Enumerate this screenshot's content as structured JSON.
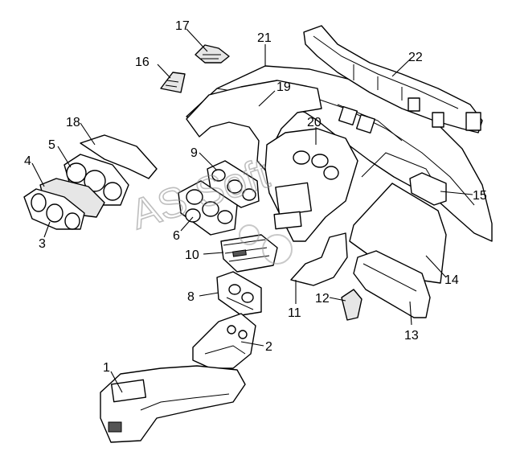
{
  "callouts": [
    "1",
    "2",
    "3",
    "4",
    "5",
    "6",
    "8",
    "9",
    "10",
    "11",
    "12",
    "13",
    "14",
    "15",
    "16",
    "17",
    "18",
    "19",
    "20",
    "21",
    "22"
  ],
  "watermark": "AS Soft"
}
